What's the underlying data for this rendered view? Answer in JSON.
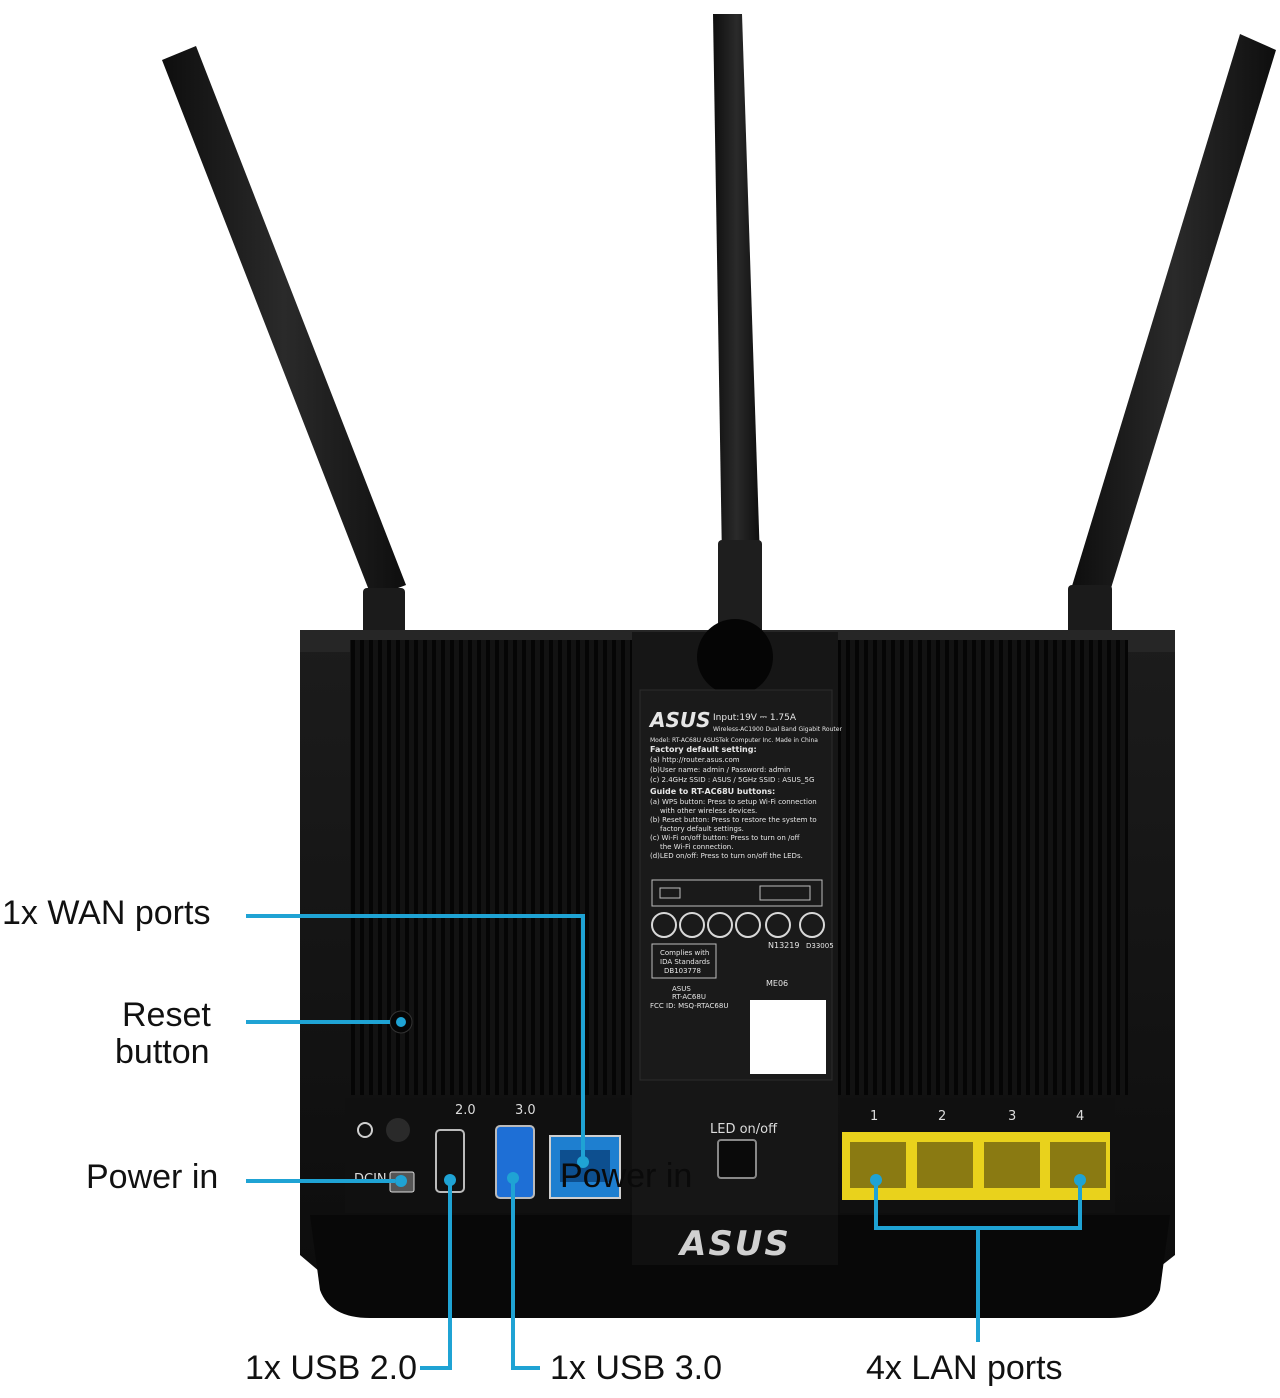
{
  "colors": {
    "callout_line": "#1fa3d4",
    "router_body": "#141414",
    "lan_port": "#e9d21c",
    "wan_port": "#1e7fd0",
    "usb3_port": "#1e6fd6"
  },
  "callouts": {
    "wan": "1x WAN ports",
    "reset_line1": "Reset",
    "reset_line2": "button",
    "power": "Power in",
    "usb2": "1x USB 2.0",
    "usb3": "1x USB 3.0",
    "lan": "4x LAN ports",
    "power_overlay": "Power in"
  },
  "device": {
    "logo": "ASUS",
    "input": "Input:19V ⎓ 1.75A",
    "model_line1": "Wireless-AC1900 Dual Band Gigabit Router",
    "model_line2": "Model: RT-AC68U   ASUSTek Computer Inc.   Made in China",
    "factory_title": "Factory default setting:",
    "factory_a": "(a) http://router.asus.com",
    "factory_b": "(b)User name: admin / Password: admin",
    "factory_c": "(c) 2.4GHz SSID : ASUS / 5GHz SSID : ASUS_5G",
    "guide_title": "Guide to RT-AC68U buttons:",
    "guide_a": "(a) WPS button: Press to setup Wi-Fi connection",
    "guide_a2": "with other wireless devices.",
    "guide_b": "(b) Reset button: Press to restore the system to",
    "guide_b2": "factory default settings.",
    "guide_c": "(c) Wi-Fi on/off button: Press to turn on /off",
    "guide_c2": "the Wi-Fi connection.",
    "guide_d": "(d)LED on/off: Press to turn on/off the LEDs.",
    "cert_n": "N13219",
    "cert_d": "D33005",
    "ida1": "Complies with",
    "ida2": "IDA Standards",
    "ida3": "DB103778",
    "me": "ME06",
    "fcc1": "ASUS",
    "fcc2": "RT-AC68U",
    "fcc3": "FCC ID: MSQ-RTAC68U",
    "usb2_label": "2.0",
    "usb3_label": "3.0",
    "led_label": "LED on/off",
    "dcin": "DCIN",
    "lan1": "1",
    "lan2": "2",
    "lan3": "3",
    "lan4": "4"
  }
}
